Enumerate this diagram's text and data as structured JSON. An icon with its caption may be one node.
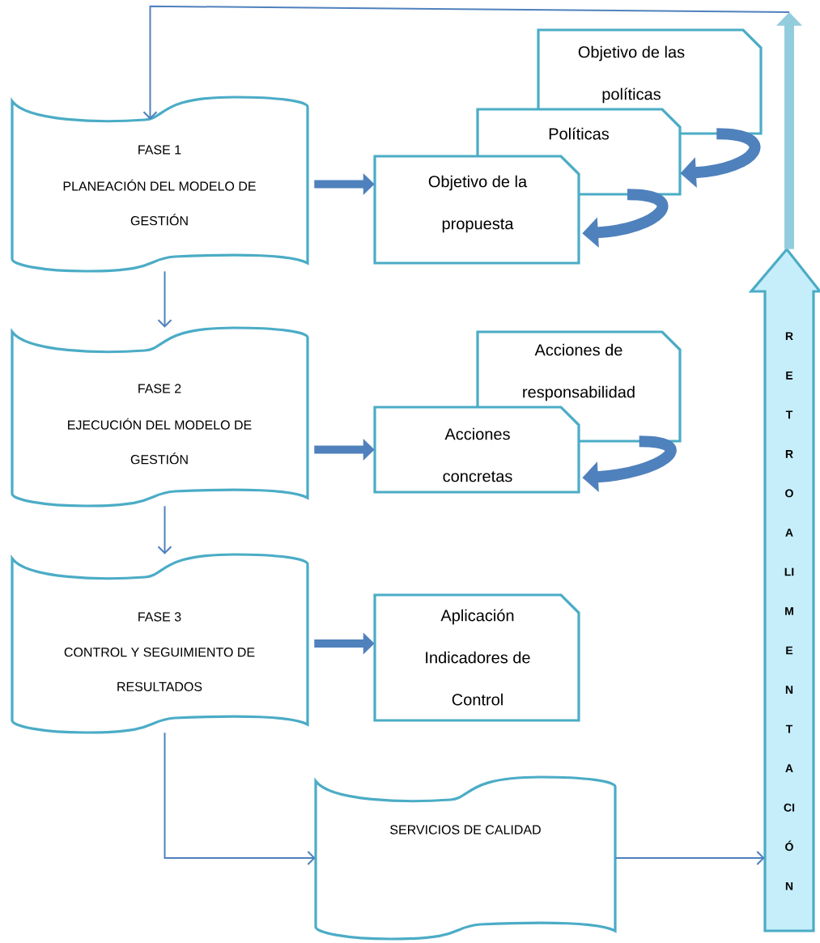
{
  "diagram": {
    "nodes": [
      {
        "text": [
          "FASE 1",
          "PLANEACIÓN DEL MODELO DE GESTIÓN"
        ]
      },
      {
        "text": [
          "Objetivo de las políticas"
        ]
      },
      {
        "text": [
          "Políticas"
        ]
      },
      {
        "text": [
          "Objetivo de la propuesta"
        ]
      },
      {
        "text": [
          "FASE 2",
          "EJECUCIÓN DEL MODELO DE GESTIÓN"
        ]
      },
      {
        "text": [
          "Acciones de responsabilidad"
        ]
      },
      {
        "text": [
          "Acciones concretas"
        ]
      },
      {
        "text": [
          "FASE 3",
          "CONTROL Y SEGUIMIENTO DE RESULTADOS"
        ]
      },
      {
        "text": [
          "Aplicación Indicadores de Control"
        ]
      },
      {
        "text": [
          "SERVICIOS DE CALIDAD"
        ]
      },
      {
        "text": [
          "R E T R O A LI M E N T A CI Ó N"
        ]
      }
    ],
    "edges": [
      {
        "from": 0,
        "to": 3,
        "arrow": "to"
      },
      {
        "from": 4,
        "to": 6,
        "arrow": "to"
      },
      {
        "from": 7,
        "to": 8,
        "arrow": "to"
      },
      {
        "from": 0,
        "to": 4,
        "arrow": "to"
      },
      {
        "from": 4,
        "to": 7,
        "arrow": "to"
      },
      {
        "from": 7,
        "to": 9,
        "arrow": "to"
      },
      {
        "from": 9,
        "to": 10,
        "arrow": "to"
      },
      {
        "from": 10,
        "to": null,
        "arrow": "to",
        "color": "#93cddd"
      },
      {
        "from": null,
        "to": 0,
        "arrow": "to"
      },
      {
        "from": 1,
        "to": 2,
        "arrow": "to"
      },
      {
        "from": 2,
        "to": 3,
        "arrow": "to"
      },
      {
        "from": 5,
        "to": 6,
        "arrow": "to"
      }
    ]
  }
}
